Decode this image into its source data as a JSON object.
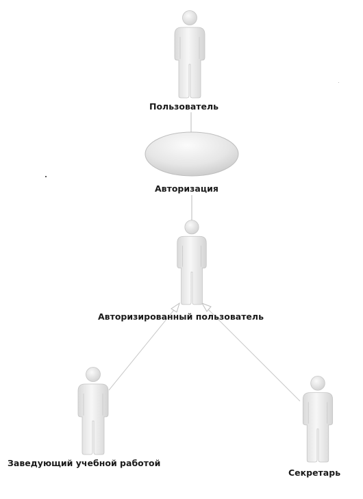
{
  "diagram": {
    "actors": [
      {
        "id": "user",
        "label": "Пользователь"
      },
      {
        "id": "authorized_user",
        "label": "Авторизированный пользователь"
      },
      {
        "id": "head_of_studies",
        "label": "Заведующий учебной работой"
      },
      {
        "id": "secretary",
        "label": "Секретарь"
      }
    ],
    "use_cases": [
      {
        "id": "authorization",
        "label": "Авторизация"
      }
    ],
    "associations": [
      {
        "from": "user",
        "to": "authorization"
      },
      {
        "from": "authorization",
        "to": "authorized_user"
      }
    ],
    "generalizations": [
      {
        "child": "head_of_studies",
        "parent": "authorized_user"
      },
      {
        "child": "secretary",
        "parent": "authorized_user"
      }
    ]
  },
  "colors": {
    "line": "#c8c8c8",
    "actor_fill_light": "#f4f4f4",
    "actor_fill_dark": "#d6d6d6",
    "actor_stroke": "#bdbdbd",
    "ellipse_light": "#f6f6f6",
    "ellipse_dark": "#cfcfcf",
    "text": "#1a1a1a"
  }
}
